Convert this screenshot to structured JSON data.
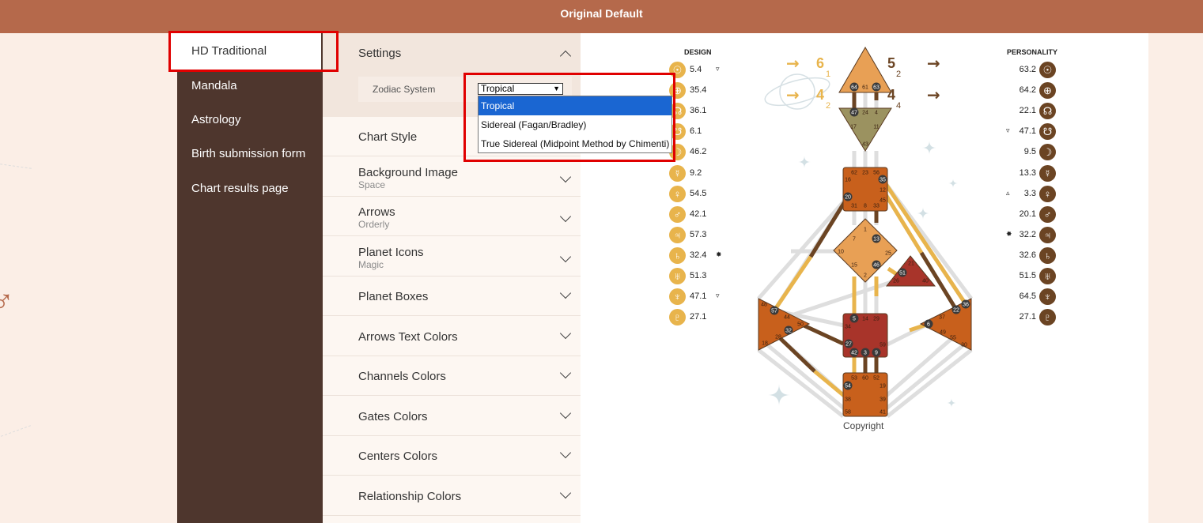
{
  "header": {
    "title": "Original Default"
  },
  "sidebar": {
    "items": [
      {
        "label": "HD Traditional",
        "active": true
      },
      {
        "label": "Mandala"
      },
      {
        "label": "Astrology"
      },
      {
        "label": "Birth submission form"
      },
      {
        "label": "Chart results page"
      }
    ]
  },
  "settings": {
    "title": "Settings",
    "zodiac_label": "Zodiac System",
    "zodiac_value": "Tropical",
    "zodiac_options": [
      "Tropical",
      "Sidereal (Fagan/Bradley)",
      "True Sidereal (Midpoint Method by Chimenti)"
    ],
    "sections": [
      {
        "label": "Chart Style",
        "sub": ""
      },
      {
        "label": "Background Image",
        "sub": "Space"
      },
      {
        "label": "Arrows",
        "sub": "Orderly"
      },
      {
        "label": "Planet Icons",
        "sub": "Magic"
      },
      {
        "label": "Planet Boxes",
        "sub": ""
      },
      {
        "label": "Arrows Text Colors",
        "sub": ""
      },
      {
        "label": "Channels Colors",
        "sub": ""
      },
      {
        "label": "Gates Colors",
        "sub": ""
      },
      {
        "label": "Centers Colors",
        "sub": ""
      },
      {
        "label": "Relationship Colors",
        "sub": ""
      }
    ]
  },
  "chart": {
    "design_label": "DESIGN",
    "personality_label": "PERSONALITY",
    "copyright": "Copyright",
    "colors": {
      "design": "#e8b44c",
      "personality": "#6b4423"
    },
    "planets": [
      "sun",
      "earth",
      "north-node",
      "south-node",
      "moon",
      "mercury",
      "venus",
      "mars",
      "jupiter",
      "saturn",
      "uranus",
      "neptune",
      "pluto"
    ],
    "glyphs": [
      "☉",
      "⊕",
      "☊",
      "☋",
      "☽",
      "☿",
      "♀",
      "♂",
      "♃",
      "♄",
      "♅",
      "♆",
      "♇"
    ],
    "design": [
      {
        "v": "5.4",
        "m": "▿"
      },
      {
        "v": "35.4",
        "m": ""
      },
      {
        "v": "36.1",
        "m": ""
      },
      {
        "v": "6.1",
        "m": ""
      },
      {
        "v": "46.2",
        "m": ""
      },
      {
        "v": "9.2",
        "m": ""
      },
      {
        "v": "54.5",
        "m": ""
      },
      {
        "v": "42.1",
        "m": ""
      },
      {
        "v": "57.3",
        "m": ""
      },
      {
        "v": "32.4",
        "m": "✸"
      },
      {
        "v": "51.3",
        "m": ""
      },
      {
        "v": "47.1",
        "m": "▿"
      },
      {
        "v": "27.1",
        "m": ""
      }
    ],
    "personality": [
      {
        "v": "63.2",
        "m": ""
      },
      {
        "v": "64.2",
        "m": ""
      },
      {
        "v": "22.1",
        "m": ""
      },
      {
        "v": "47.1",
        "m": "▿"
      },
      {
        "v": "9.5",
        "m": ""
      },
      {
        "v": "13.3",
        "m": ""
      },
      {
        "v": "3.3",
        "m": "▵"
      },
      {
        "v": "20.1",
        "m": ""
      },
      {
        "v": "32.2",
        "m": "✸"
      },
      {
        "v": "32.6",
        "m": ""
      },
      {
        "v": "51.5",
        "m": ""
      },
      {
        "v": "64.5",
        "m": ""
      },
      {
        "v": "27.1",
        "m": ""
      }
    ],
    "arrows": {
      "design_top": {
        "n": "6",
        "s": "1"
      },
      "design_bottom": {
        "n": "4",
        "s": "2"
      },
      "personality_top": {
        "n": "5",
        "s": "2"
      },
      "personality_bottom": {
        "n": "4",
        "s": "4"
      }
    },
    "gates": {
      "head": [
        "64",
        "61",
        "63"
      ],
      "ajna": [
        "47",
        "24",
        "4",
        "17",
        "11",
        "43"
      ],
      "throat": [
        "62",
        "23",
        "56",
        "16",
        "35",
        "12",
        "20",
        "45",
        "31",
        "8",
        "33"
      ],
      "g": [
        "1",
        "7",
        "13",
        "10",
        "25",
        "15",
        "46",
        "2"
      ],
      "heart": [
        "21",
        "51",
        "26",
        "40"
      ],
      "sacral": [
        "5",
        "14",
        "29",
        "34",
        "27",
        "59",
        "42",
        "3",
        "9"
      ],
      "root": [
        "53",
        "60",
        "52",
        "54",
        "19",
        "38",
        "39",
        "58",
        "41"
      ],
      "spleen": [
        "48",
        "57",
        "44",
        "50",
        "32",
        "28",
        "18"
      ],
      "solar": [
        "36",
        "22",
        "37",
        "6",
        "49",
        "55",
        "30"
      ]
    },
    "active_gates": [
      "64",
      "63",
      "47",
      "35",
      "20",
      "13",
      "46",
      "51",
      "5",
      "27",
      "42",
      "3",
      "9",
      "54",
      "57",
      "32",
      "36",
      "22",
      "6"
    ]
  }
}
